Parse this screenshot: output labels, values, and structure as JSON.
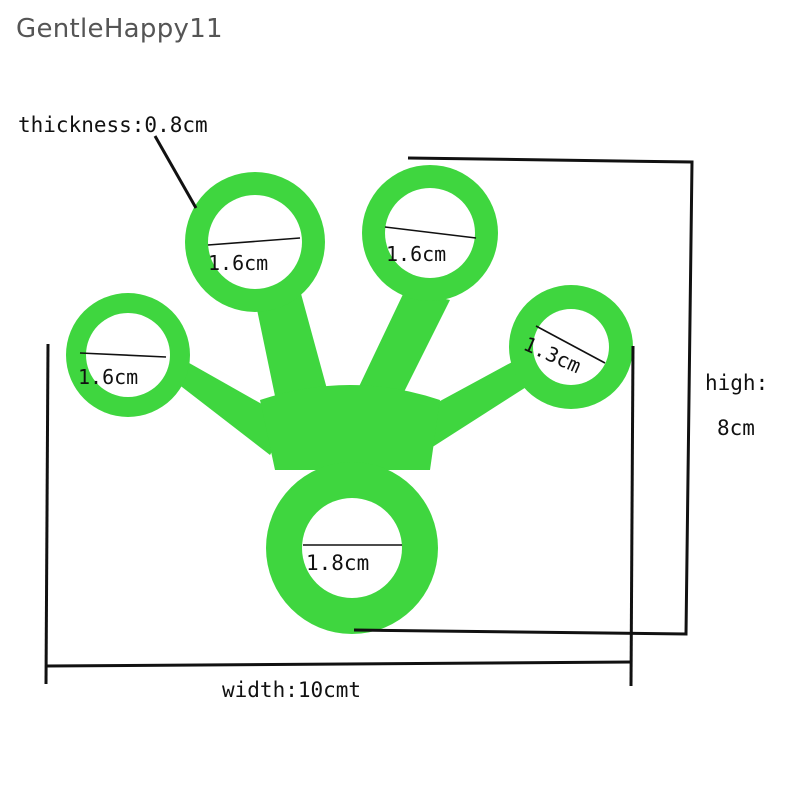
{
  "watermark": "GentleHappy11",
  "colors": {
    "product": "#3fd63f",
    "product_dark": "#2fb82f",
    "line": "#111111"
  },
  "labels": {
    "thickness": "thickness:0.8cm",
    "ring_top_left": "1.6cm",
    "ring_top_right": "1.6cm",
    "ring_left": "1.6cm",
    "ring_right": "1.3cm",
    "ring_bottom": "1.8cm",
    "height_label": "high:",
    "height_value": "8cm",
    "width": "width:10cmt"
  }
}
